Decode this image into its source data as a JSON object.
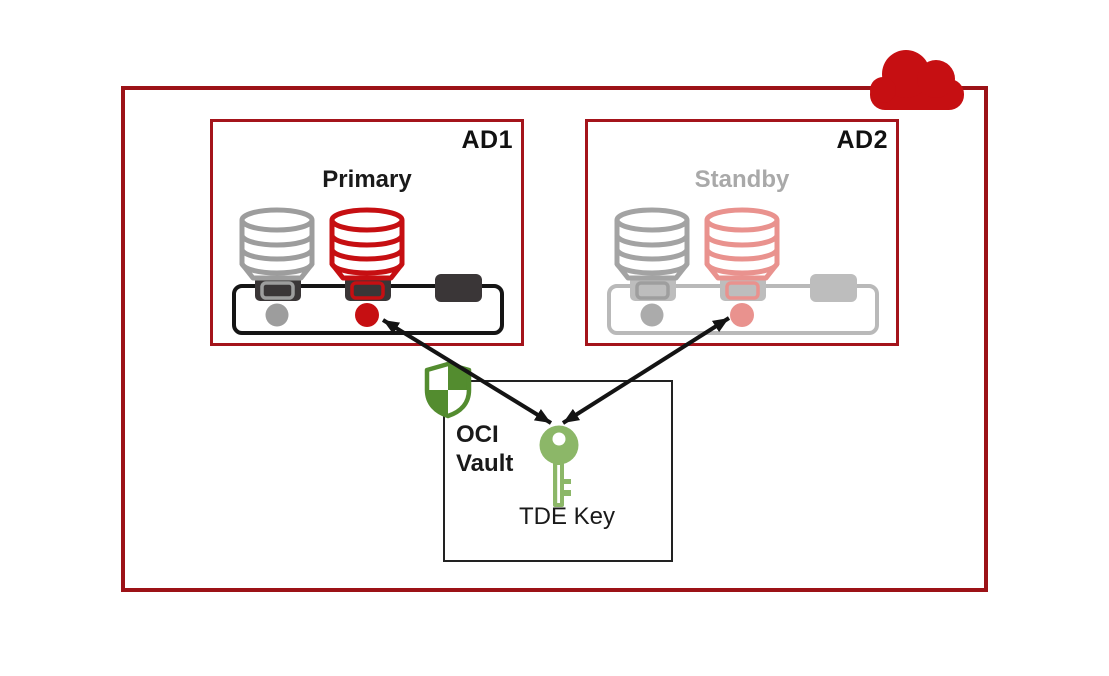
{
  "colors": {
    "region_border": "#9c1217",
    "ad_border": "#a4141b",
    "oracle_red": "#c60f12",
    "dark_slate": "#3a3637",
    "gray": "#9d9d9d",
    "light_gray": "#b9b9b9",
    "mount_gray": "#bdbdbd",
    "pink": "#e9928e",
    "standby_text": "#a9a9a9",
    "shield_green": "#538c2f",
    "key_green": "#8cb768",
    "arrow_black": "#141414",
    "text_dark": "#1a1a1a",
    "rack_stroke": "#151515"
  },
  "region": {
    "cloud_icon": "oci-cloud-icon"
  },
  "availability_domains": [
    {
      "label": "AD1",
      "role": "Primary",
      "databases": [
        "gray-database-icon",
        "red-database-icon"
      ],
      "status_dots": [
        "gray-dot",
        "red-dot"
      ]
    },
    {
      "label": "AD2",
      "role": "Standby",
      "databases": [
        "gray-database-icon",
        "pink-database-icon"
      ],
      "status_dots": [
        "gray-dot",
        "pink-dot"
      ]
    }
  ],
  "vault": {
    "name": "OCI\nVault",
    "key_label": "TDE Key",
    "shield_icon": "security-shield-icon",
    "key_icon": "encryption-key-icon"
  },
  "connections": [
    {
      "from": "AD1 red-dot",
      "to": "TDE Key",
      "style": "double-arrow"
    },
    {
      "from": "AD2 pink-dot",
      "to": "TDE Key",
      "style": "double-arrow"
    }
  ]
}
